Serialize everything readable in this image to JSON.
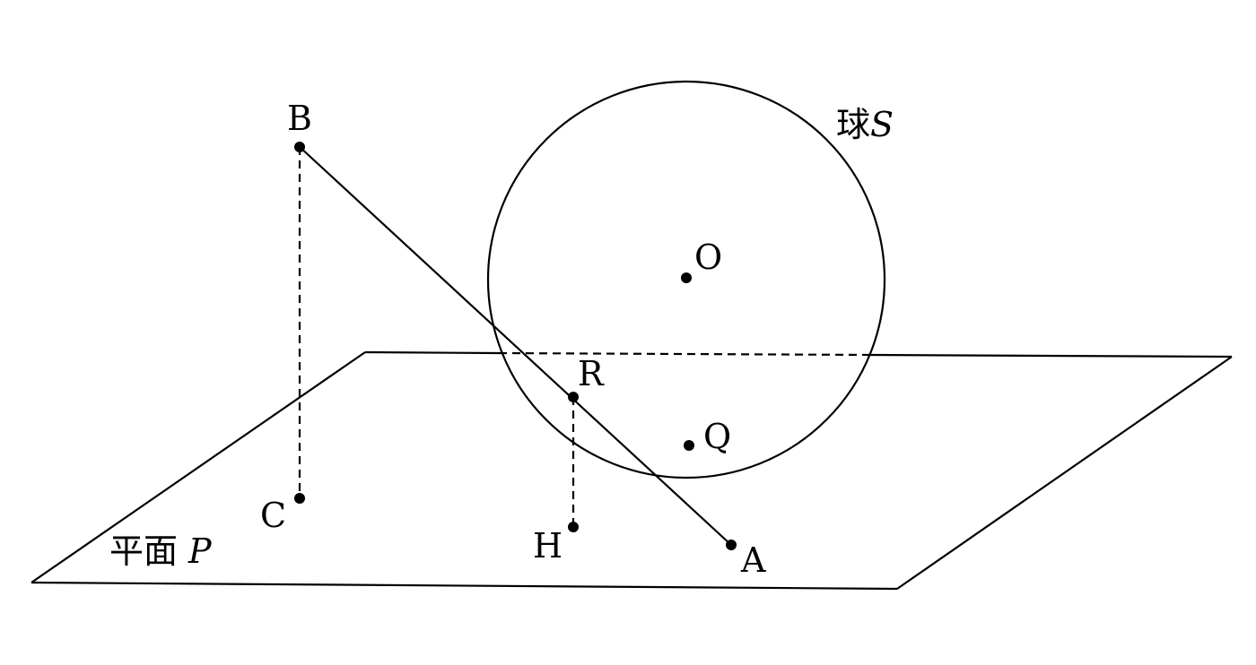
{
  "points": {
    "B": "B",
    "C": "C",
    "O": "O",
    "R": "R",
    "Q": "Q",
    "H": "H",
    "A": "A"
  },
  "sphere": {
    "kanji": "球",
    "symbol": "S"
  },
  "plane": {
    "kanji": "平面",
    "symbol": "P"
  }
}
